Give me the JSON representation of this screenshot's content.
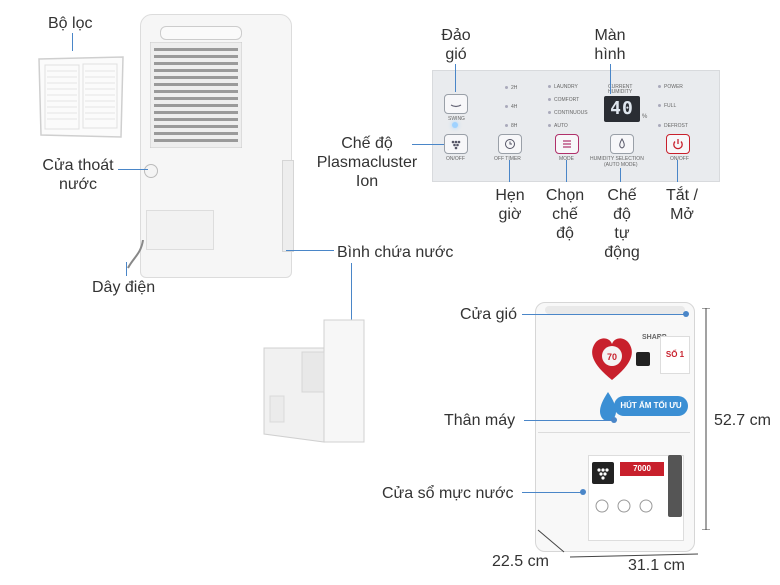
{
  "labels": {
    "filter": "Bộ lọc",
    "drain": [
      "Cửa thoát",
      "nước"
    ],
    "power_cord": "Dây điện",
    "tank": "Bình chứa nước",
    "air_swing": [
      "Đảo",
      "gió"
    ],
    "screen": [
      "Màn",
      "hình"
    ],
    "plasmacluster": [
      "Chế độ",
      "Plasmacluster",
      "Ion"
    ],
    "timer": [
      "Hẹn",
      "giờ"
    ],
    "mode": [
      "Chọn",
      "chế",
      "độ"
    ],
    "auto": [
      "Chế",
      "độ",
      "tự",
      "động"
    ],
    "onoff": [
      "Tắt /",
      "Mở"
    ],
    "air_outlet": "Cửa gió",
    "body": "Thân máy",
    "water_window": "Cửa sổ mực nước",
    "height": "52.7 cm",
    "depth": "22.5 cm",
    "width": "31.1 cm"
  },
  "panel": {
    "swing": "SWING",
    "ion_onoff": "ON/OFF",
    "off_timer": "OFF TIMER",
    "mode": "MODE",
    "humidity_selection": "HUMIDITY SELECTION",
    "auto_mode": "(AUTO MODE)",
    "power_onoff": "ON/OFF",
    "timers": [
      "2H",
      "4H",
      "8H"
    ],
    "modes": [
      "LAUNDRY",
      "COMFORT",
      "CONTINUOUS",
      "AUTO"
    ],
    "current_humidity": [
      "CURRENT",
      "HUMIDITY"
    ],
    "display_value": "40",
    "percent": "%",
    "status": [
      "POWER",
      "FULL",
      "DEFROST"
    ]
  },
  "product": {
    "brand": "SHARP",
    "banner": "HÚT ẨM TỐI ƯU",
    "badge": "7000",
    "award": "SỐ 1"
  },
  "colors": {
    "leader_line": "#4a86c8",
    "power_button": "#c8202c",
    "mode_button": "#b0306a",
    "banner": "#3b8fd4"
  }
}
